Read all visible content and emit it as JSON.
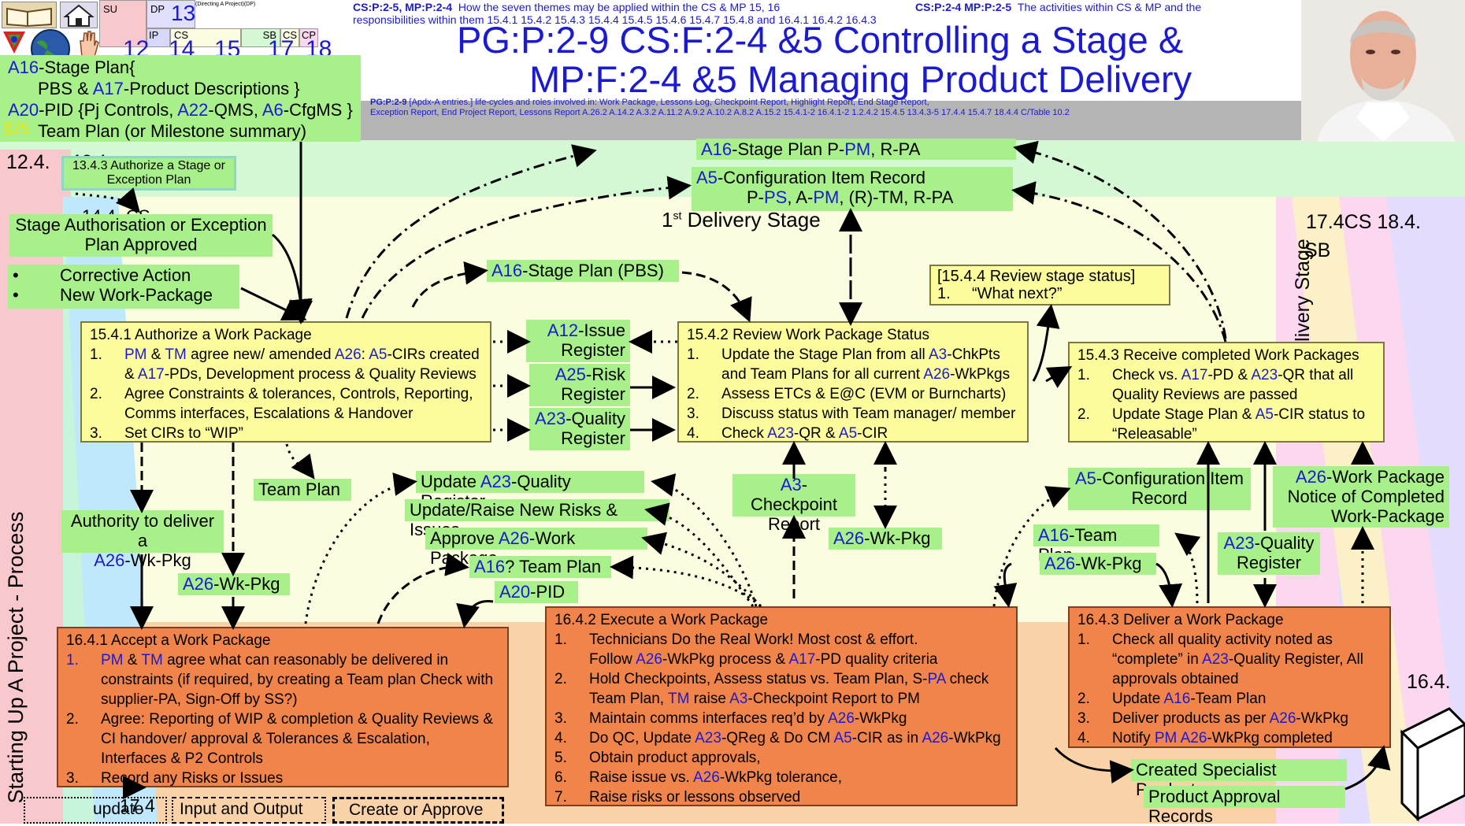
{
  "colors": {
    "pink": "#f8c8cc",
    "lightgreen": "#d4f8d4",
    "mint": "#c8f4dc",
    "cream": "#fcfce0",
    "peach": "#fad2a8",
    "yellowbox": "#fcfc9c",
    "orangebox": "#f0844a",
    "greenlabel": "#a8f08a",
    "titleblue": "#1a1ad6"
  },
  "topbar": {
    "su": "SU",
    "dp": "DP",
    "dp_num": "13",
    "tiny_text": "(Directing A Project)(DP)",
    "ip": "IP",
    "cs": "CS",
    "sb": "SB",
    "cs2": "CS",
    "cp": "CP",
    "nums": [
      "12",
      "14",
      "15",
      "17",
      "18"
    ],
    "cs_line1_bold": "CS:P:2-5, MP:P:2-4",
    "cs_line1": "How the seven themes may be applied within the CS & MP   15, 16",
    "cs_line2": "responsibilities within them        15.4.1 15.4.2 15.4.3 15.4.4 15.4.5 15.4.6 15.4.7 15.4.8 and 16.4.1 16.4.2 16.4.3",
    "right_bold": "CS:P:2-4  MP:P:2-5",
    "right_text": "The activities within CS & MP and the"
  },
  "title": {
    "line1": "PG:P:2-9 CS:F:2-4 &5 Controlling a Stage &",
    "line2": "MP:F:2-4 &5 Managing Product Delivery"
  },
  "subtitle": {
    "bold": "PG:P:2-9",
    "line1": " [Apdx-A entries.] life-cycles and roles  involved in: Work Package, Lessons Log,  Checkpoint                          Report, Highlight Report, End Stage Report,",
    "line2": "Exception Report, End Project Report, Lessons Report     A.26.2 A.14.2 A.3.2 A.11.2 A.9.2 A.10.2 A.8.2 A.15.2 15.4.1-2  16.4.1-2  1.2.4.2  15.4.5 13.4.3-5  17.4.4  15.4.7  18.4.4  C/Table 10.2"
  },
  "inputs": {
    "a16": "A16",
    "stage_plan": "-Stage Plan{",
    "pbs": "PBS & ",
    "a17": "A17",
    "pd": "-Product Descriptions }",
    "a20": "A20",
    "pid": "-PID {Pj Controls, ",
    "a22": "A22",
    "qms": "-QMS, ",
    "a6": "A6",
    "cfg": "-CfgMS }",
    "team_plan": "Team Plan (or Milestone summary)",
    "overlap": "§25"
  },
  "left": {
    "num124": "12.4.",
    "num134": "13.4",
    "num144": "14.4",
    "num_cs": "CS",
    "vertical": "Starting Up A Project - Process"
  },
  "right": {
    "num": "17.4CS 18.4.",
    "sb": "SB",
    "vertical": "Last Delivery Stage",
    "num164": "16.4."
  },
  "auth_stage": "13.4.3 Authorize a Stage or Exception Plan",
  "stage_auth_label": {
    "line1": "Stage Authorisation or Exception",
    "line2": "Plan Approved"
  },
  "corrective": [
    "Corrective Action",
    "New Work-Package"
  ],
  "delivery_stage": {
    "num": "1",
    "sup": "st",
    "label": " Delivery Stage"
  },
  "green_labels": {
    "top_stage_plan": {
      "a": "A16",
      "t": "-Stage Plan P-",
      "pm": "PM",
      "t2": ", R-PA"
    },
    "cfg_item": {
      "a": "A5",
      "t": "-Configuration Item Record",
      "line2_a": "P-",
      "ps": "PS",
      "line2_b": ", A-",
      "pm": "PM",
      "line2_c": ", (R)-TM, R-PA"
    },
    "stage_plan_pbs": {
      "a": "A16",
      "t": "-Stage Plan (PBS)"
    },
    "issue": {
      "a": "A12",
      "t1": "-Issue",
      "t2": "Register"
    },
    "risk": {
      "a": "A25",
      "t1": "-Risk",
      "t2": "Register"
    },
    "quality": {
      "a": "A23",
      "t1": "-Quality",
      "t2": "Register"
    },
    "team_plan": "Team Plan",
    "authority": {
      "t1": "Authority to deliver a",
      "a": "A26",
      "t2": "-Wk-Pkg"
    },
    "wkpkg_left": {
      "a": "A26",
      "t": "-Wk-Pkg"
    },
    "update_qr": {
      "t": "Update ",
      "a": "A23",
      "t2": "-Quality Register"
    },
    "raise_risks": "Update/Raise New Risks & Issues",
    "approve": {
      "t": "Approve ",
      "a": "A26",
      "t2": "-Work Package"
    },
    "team_plan_q": {
      "a": "A16",
      "t": "? Team Plan"
    },
    "pid": {
      "a": "A20",
      "t": "-PID"
    },
    "checkpoint": {
      "a": "A3",
      "t1": "-Checkpoint",
      "t2": "Report"
    },
    "wkpkg_mid": {
      "a": "A26",
      "t": "-Wk-Pkg"
    },
    "cfg_right": {
      "a": "A5",
      "t1": "-Configuration Item",
      "t2": "Record"
    },
    "team_plan_right": {
      "a": "A16",
      "t": "-Team Plan"
    },
    "wkpkg_right": {
      "a": "A26",
      "t": "-Wk-Pkg"
    },
    "quality_right": {
      "a": "A23",
      "t1": "-Quality",
      "t2": "Register"
    },
    "notice": {
      "a": "A26",
      "t1": "-Work Package",
      "t2": "Notice of Completed",
      "t3": "Work-Package"
    },
    "created": "Created Specialist Products",
    "approval_records": "Product Approval Records"
  },
  "review_status": {
    "title": "[15.4.4 Review stage status]",
    "item_num": "1.",
    "item": "“What next?”"
  },
  "box_1541": {
    "title": "15.4.1 Authorize a Work Package",
    "items": [
      {
        "n": "1.",
        "parts": [
          {
            "b": "PM"
          },
          {
            "t": " & "
          },
          {
            "b": "TM"
          },
          {
            "t": " agree new/ amended "
          },
          {
            "b": "A26"
          },
          {
            "t": ": "
          },
          {
            "b": "A5"
          },
          {
            "t": "-CIRs created"
          }
        ]
      },
      {
        "n": "",
        "parts": [
          {
            "t": "& "
          },
          {
            "b": "A17"
          },
          {
            "t": "-PDs, Development process & Quality Reviews"
          }
        ]
      },
      {
        "n": "2.",
        "parts": [
          {
            "t": "Agree Constraints & tolerances, Controls, Reporting,"
          }
        ]
      },
      {
        "n": "",
        "parts": [
          {
            "t": "Comms interfaces, Escalations & Handover"
          }
        ]
      },
      {
        "n": "3.",
        "parts": [
          {
            "t": "Set CIRs to “WIP”"
          }
        ]
      }
    ]
  },
  "box_1542": {
    "title": "15.4.2 Review Work Package Status",
    "items": [
      {
        "n": "1.",
        "parts": [
          {
            "t": "Update the Stage Plan from all "
          },
          {
            "b": "A3"
          },
          {
            "t": "-ChkPts"
          }
        ]
      },
      {
        "n": "",
        "parts": [
          {
            "t": "and Team Plans for all current "
          },
          {
            "b": "A26"
          },
          {
            "t": "-WkPkgs"
          }
        ]
      },
      {
        "n": "2.",
        "parts": [
          {
            "t": "Assess ETCs & E@C (EVM or Burncharts)"
          }
        ]
      },
      {
        "n": "3.",
        "parts": [
          {
            "t": "Discuss status with Team manager/ member"
          }
        ]
      },
      {
        "n": "4.",
        "parts": [
          {
            "t": "Check "
          },
          {
            "b": "A23"
          },
          {
            "t": "-QR & "
          },
          {
            "b": "A5"
          },
          {
            "t": "-CIR"
          }
        ]
      }
    ]
  },
  "box_1543": {
    "title": "15.4.3 Receive completed Work Packages",
    "items": [
      {
        "n": "1.",
        "parts": [
          {
            "t": "Check vs. "
          },
          {
            "b": "A17"
          },
          {
            "t": "-PD & "
          },
          {
            "b": "A23"
          },
          {
            "t": "-QR that all"
          }
        ]
      },
      {
        "n": "",
        "parts": [
          {
            "t": "Quality Reviews are passed"
          }
        ]
      },
      {
        "n": "2.",
        "parts": [
          {
            "t": "Update Stage Plan & "
          },
          {
            "b": "A5"
          },
          {
            "t": "-CIR status to"
          }
        ]
      },
      {
        "n": "",
        "parts": [
          {
            "t": "“Releasable”"
          }
        ]
      }
    ]
  },
  "box_1641": {
    "title": "16.4.1 Accept a Work Package",
    "items": [
      {
        "n": "1.",
        "nb": true,
        "parts": [
          {
            "b": "PM"
          },
          {
            "t": " & "
          },
          {
            "b": "TM"
          },
          {
            "t": " agree what can reasonably be delivered in"
          }
        ]
      },
      {
        "n": "",
        "parts": [
          {
            "t": "constraints (if required, by creating a Team plan Check with"
          }
        ]
      },
      {
        "n": "",
        "parts": [
          {
            "t": "supplier-PA, Sign-Off by SS?)"
          }
        ]
      },
      {
        "n": "2.",
        "parts": [
          {
            "t": "Agree: Reporting of WIP & completion & Quality Reviews &"
          }
        ]
      },
      {
        "n": "",
        "parts": [
          {
            "t": "CI handover/ approval &  Tolerances & Escalation,"
          }
        ]
      },
      {
        "n": "",
        "parts": [
          {
            "t": "Interfaces & P2 Controls"
          }
        ]
      },
      {
        "n": "3.",
        "parts": [
          {
            "t": "Record any Risks or Issues"
          }
        ]
      }
    ]
  },
  "box_1642": {
    "title": "16.4.2 Execute a Work Package",
    "items": [
      {
        "n": "1.",
        "parts": [
          {
            "t": "Technicians Do the Real Work!  Most cost & effort."
          }
        ]
      },
      {
        "n": "",
        "parts": [
          {
            "t": "Follow "
          },
          {
            "b": "A26"
          },
          {
            "t": "-WkPkg process & "
          },
          {
            "b": "A17"
          },
          {
            "t": "-PD quality criteria"
          }
        ]
      },
      {
        "n": "2.",
        "parts": [
          {
            "t": "Hold Checkpoints, Assess status vs. Team Plan, S-"
          },
          {
            "b": "PA"
          },
          {
            "t": " check"
          }
        ]
      },
      {
        "n": "",
        "parts": [
          {
            "t": "Team Plan, "
          },
          {
            "b": "TM"
          },
          {
            "t": " raise "
          },
          {
            "b": "A3"
          },
          {
            "t": "-Checkpoint Report to PM"
          }
        ]
      },
      {
        "n": "3.",
        "parts": [
          {
            "t": "Maintain comms interfaces req’d by "
          },
          {
            "b": "A26"
          },
          {
            "t": "-WkPkg"
          }
        ]
      },
      {
        "n": "4.",
        "parts": [
          {
            "t": "Do QC, Update "
          },
          {
            "b": "A23"
          },
          {
            "t": "-QReg & Do CM "
          },
          {
            "b": "A5"
          },
          {
            "t": "-CIR as in "
          },
          {
            "b": "A26"
          },
          {
            "t": "-WkPkg"
          }
        ]
      },
      {
        "n": "5.",
        "parts": [
          {
            "t": "Obtain product approvals,"
          }
        ]
      },
      {
        "n": "6.",
        "parts": [
          {
            "t": "Raise issue vs. "
          },
          {
            "b": "A26"
          },
          {
            "t": "-WkPkg tolerance,"
          }
        ]
      },
      {
        "n": "7.",
        "parts": [
          {
            "t": "Raise risks or lessons observed"
          }
        ]
      }
    ]
  },
  "box_1643": {
    "title": "16.4.3 Deliver a Work Package",
    "items": [
      {
        "n": "1.",
        "parts": [
          {
            "t": "Check all quality activity noted as"
          }
        ]
      },
      {
        "n": "",
        "parts": [
          {
            "t": "“complete” in "
          },
          {
            "b": "A23"
          },
          {
            "t": "-Quality Register, All"
          }
        ]
      },
      {
        "n": "",
        "parts": [
          {
            "t": "approvals obtained"
          }
        ]
      },
      {
        "n": "2.",
        "parts": [
          {
            "t": "Update "
          },
          {
            "b": "A16"
          },
          {
            "t": "-Team Plan"
          }
        ]
      },
      {
        "n": "3.",
        "parts": [
          {
            "t": "Deliver products as per "
          },
          {
            "b": "A26"
          },
          {
            "t": "-WkPkg"
          }
        ]
      },
      {
        "n": "4.",
        "parts": [
          {
            "t": "Notify "
          },
          {
            "b": "PM"
          },
          {
            "t": " "
          },
          {
            "b": "A26"
          },
          {
            "t": "-WkPkg completed"
          }
        ]
      }
    ]
  },
  "legend": {
    "update": "update",
    "num": "17.4",
    "io": "Input and Output",
    "create": "Create or Approve"
  }
}
